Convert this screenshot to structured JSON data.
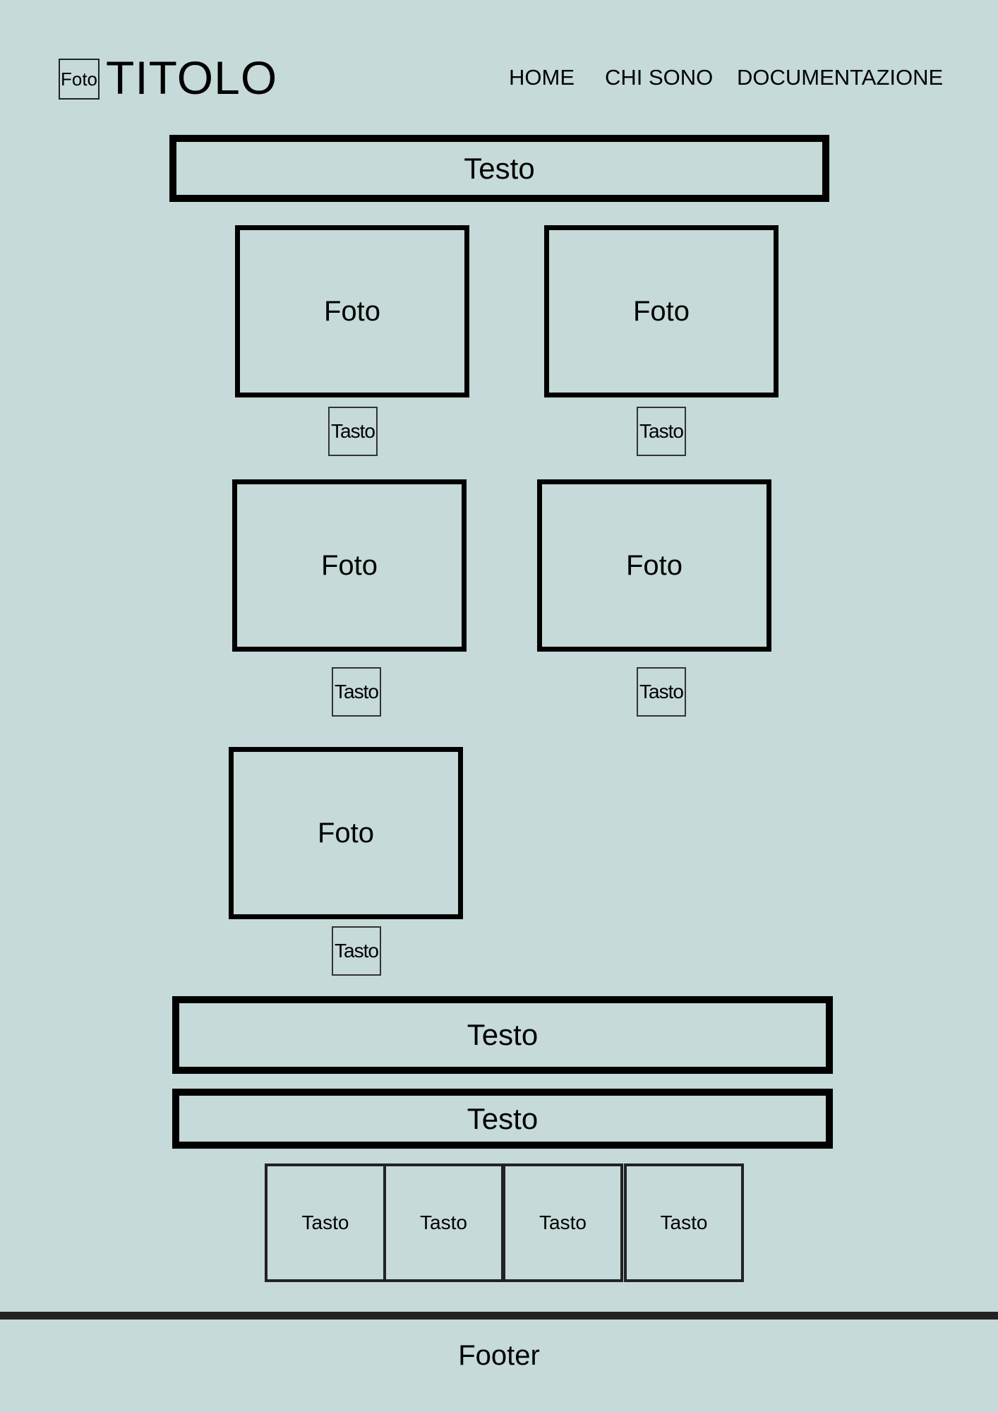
{
  "header": {
    "logo_label": "Foto",
    "title": "TITOLO",
    "nav": [
      "HOME",
      "CHI SONO",
      "DOCUMENTAZIONE"
    ]
  },
  "intro_text": "Testo",
  "gallery": [
    {
      "photo": "Foto",
      "button": "Tasto"
    },
    {
      "photo": "Foto",
      "button": "Tasto"
    },
    {
      "photo": "Foto",
      "button": "Tasto"
    },
    {
      "photo": "Foto",
      "button": "Tasto"
    },
    {
      "photo": "Foto",
      "button": "Tasto"
    }
  ],
  "text_blocks": [
    "Testo",
    "Testo"
  ],
  "button_row": [
    "Tasto",
    "Tasto",
    "Tasto",
    "Tasto"
  ],
  "footer": "Footer",
  "colors": {
    "background": "#c5dad9",
    "border": "#000000"
  }
}
